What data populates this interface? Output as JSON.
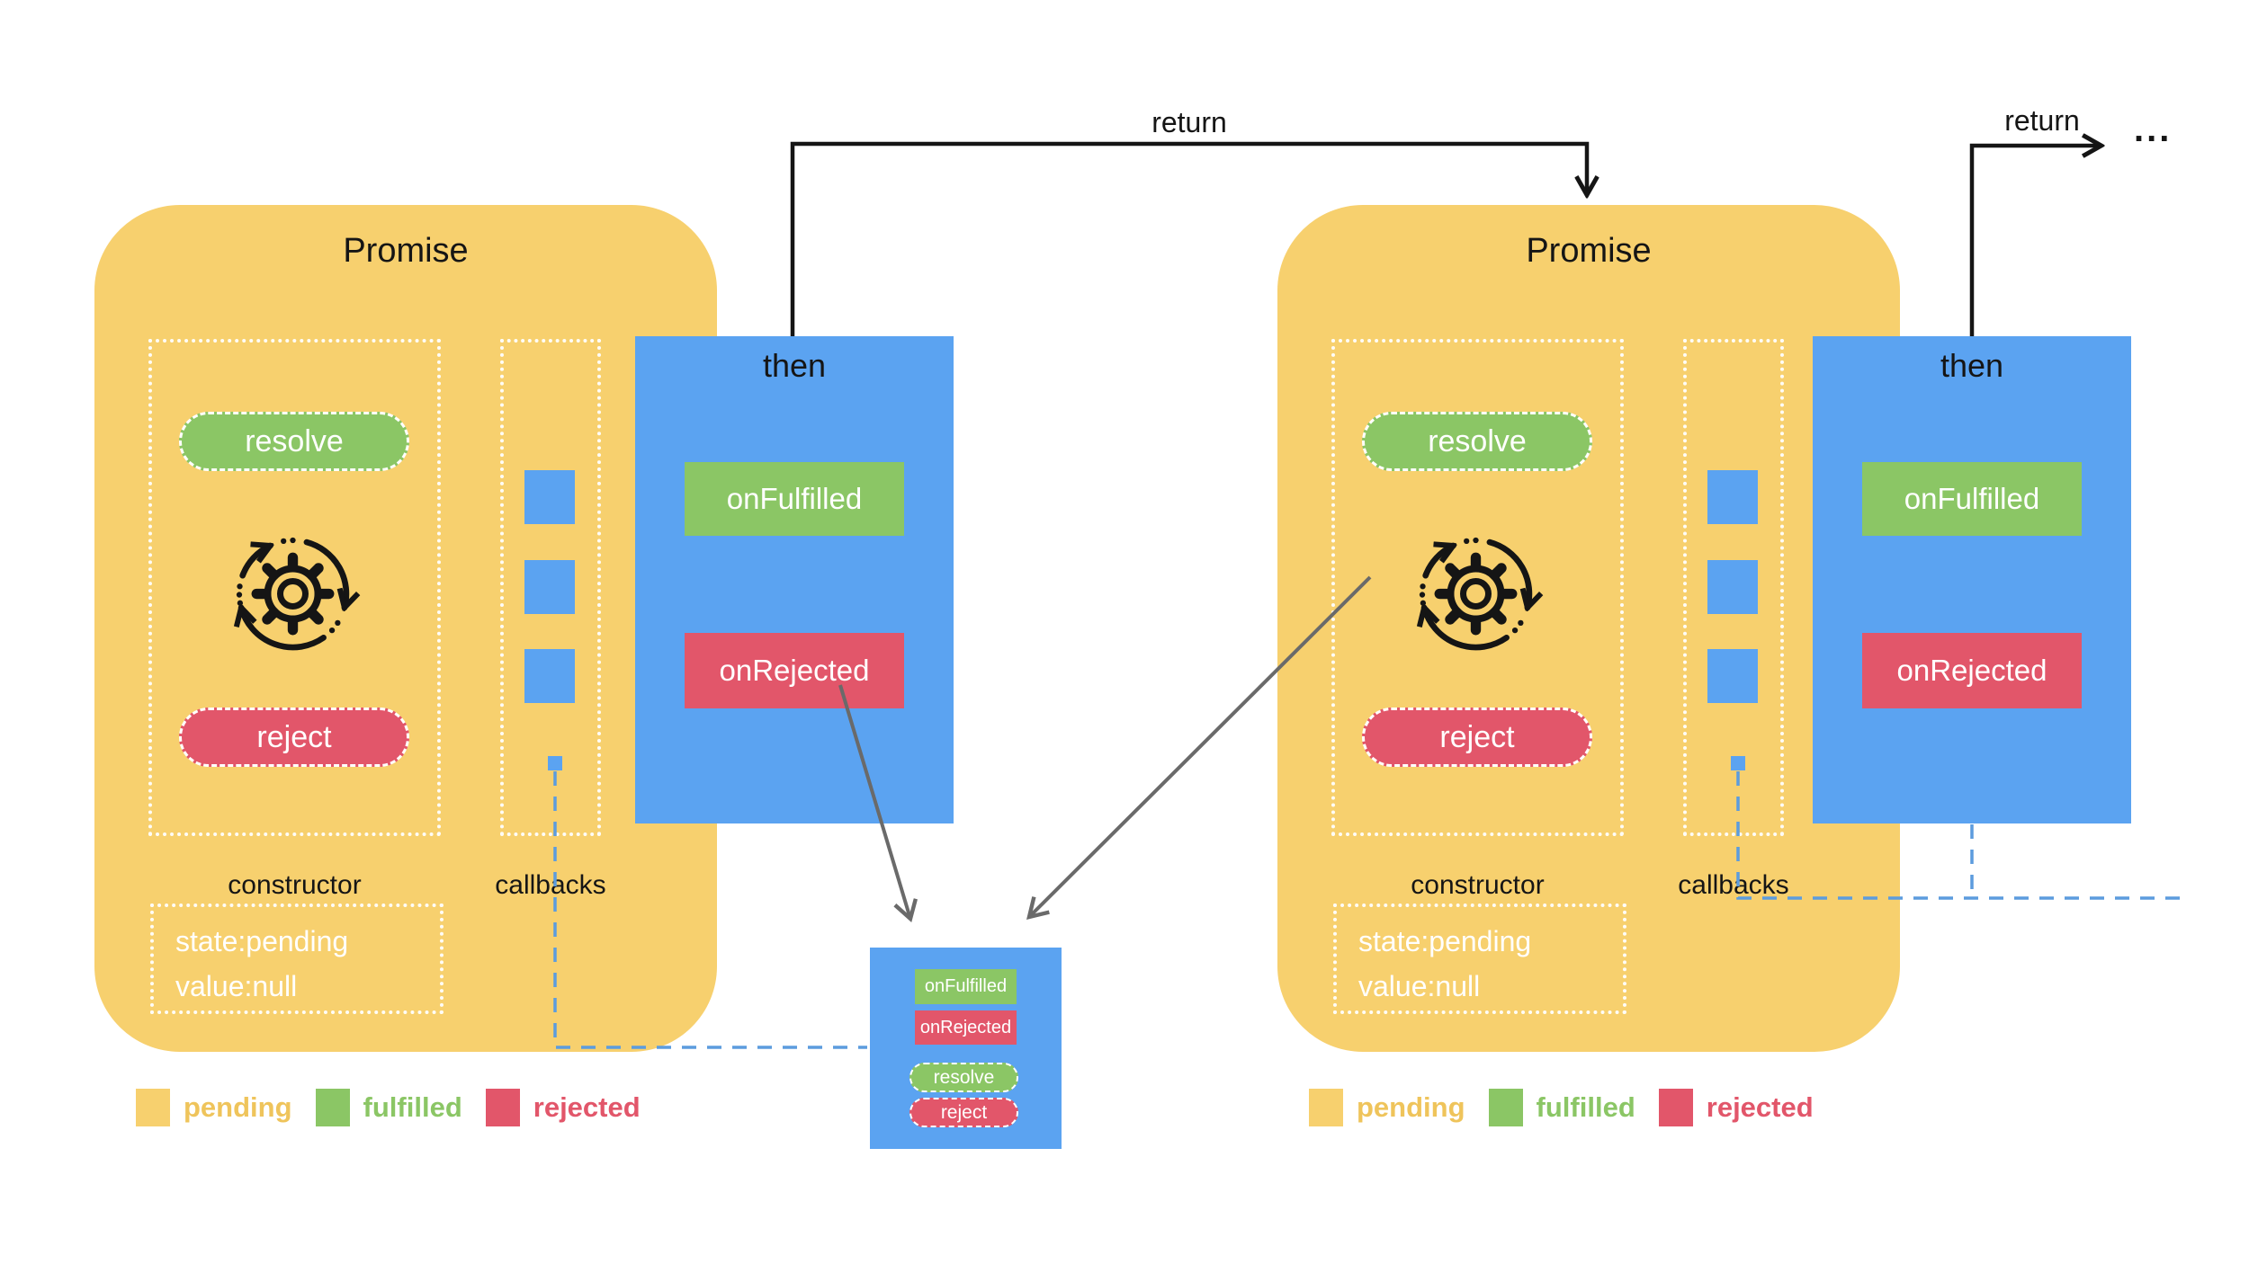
{
  "arrows": {
    "return_label": "return",
    "ellipsis": "..."
  },
  "promise": {
    "title": "Promise",
    "resolve": "resolve",
    "reject": "reject",
    "constructor_label": "constructor",
    "callbacks_label": "callbacks",
    "state_line1": "state:pending",
    "state_line2": "value:null"
  },
  "then_block": {
    "title": "then",
    "on_fulfilled": "onFulfilled",
    "on_rejected": "onRejected"
  },
  "middle_box": {
    "on_fulfilled": "onFulfilled",
    "on_rejected": "onRejected",
    "resolve": "resolve",
    "reject": "reject"
  },
  "legend": {
    "items": [
      {
        "label": "pending",
        "color": "#F7D06E",
        "text_color": "#EFC45B"
      },
      {
        "label": "fulfilled",
        "color": "#8BC665",
        "text_color": "#8BC665"
      },
      {
        "label": "rejected",
        "color": "#E2566A",
        "text_color": "#E2566A"
      }
    ]
  },
  "colors": {
    "promise_yellow": "#F7D06E",
    "block_blue": "#5BA3F1",
    "success_green": "#8BC665",
    "error_red": "#E2566A",
    "dashed_blue": "#5C9CDE",
    "arrow_gray": "#6A6A6A",
    "ink": "#151515",
    "background": "#FFFFFF"
  }
}
